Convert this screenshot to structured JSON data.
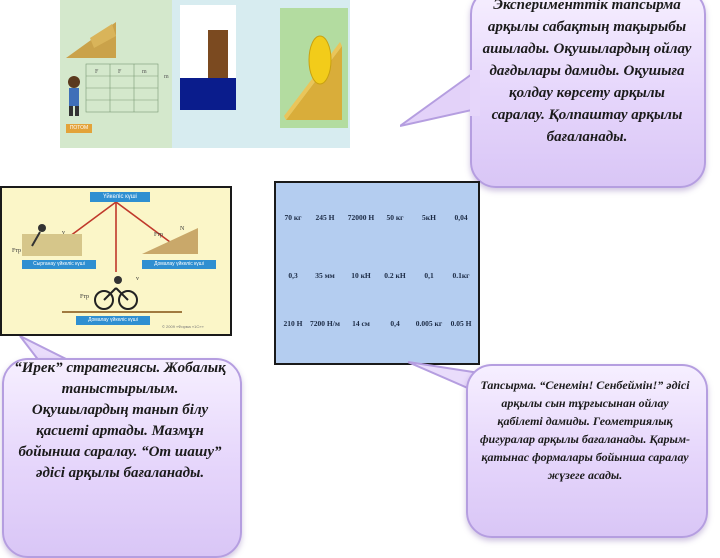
{
  "bubbles": {
    "top_right": "Эксперименттік тапсырма арқылы сабақтың тақырыбы ашылады. Оқушылардың ойлау дағдылары дамиды. Оқушыға қолдау көрсету арқылы саралау. Қолпаштау арқылы бағаланады.",
    "bottom_left": "“Ирек” стратегиясы. Жобалық таныстырылым. Оқушылардың танып білу қасиеті артады. Мазмұн бойынша саралау. “От шашу” әдісі арқылы бағаланады.",
    "bottom_right": "Тапсырма. “Сенемін! Сенбеймін!” әдісі арқылы сын тұрғысынан ойлау қабілеті дамиды. Геометриялық фигуралар арқылы бағаланады. Қарым-қатынас формалары бойынша саралау жүзеге асады."
  },
  "diagram": {
    "title": "Үйкеліс күші",
    "label_left": "Сырғанау үйкеліс күші",
    "label_right": "Домалау үйкеліс күші",
    "label_bottom": "Домалау үйкеліс күші",
    "copyright": "© 2009 «Фирма «1С»»"
  },
  "slide_panel": {
    "button": "ПОТОМ"
  },
  "table": {
    "rows": [
      [
        "70 кг",
        "245 Н",
        "72000 Н",
        "50 кг",
        "5кН",
        "0,04"
      ],
      [
        "0,3",
        "35 мм",
        "10 кН",
        "0.2 кН",
        "0,1",
        "0.1кг"
      ],
      [
        "210 Н",
        "7200 Н/м",
        "14 см",
        "0,4",
        "0.005 кг",
        "0.05 Н"
      ]
    ]
  },
  "colors": {
    "bubble_fill": "#e5d5fb",
    "bubble_border": "#b59ee0",
    "table_bg": "#b4cdf0",
    "diagram_bg": "#fbf6c8"
  }
}
